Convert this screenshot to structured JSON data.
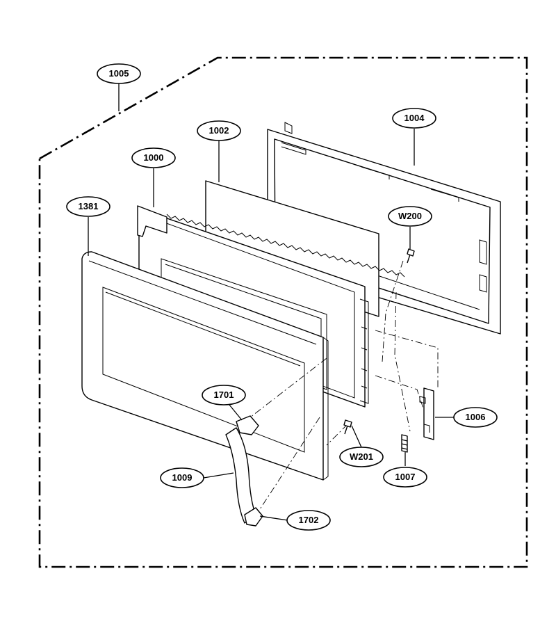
{
  "callouts": {
    "c1005": "1005",
    "c1004": "1004",
    "c1002": "1002",
    "c1000": "1000",
    "c1381": "1381",
    "cW200": "W200",
    "c1701": "1701",
    "c1006": "1006",
    "cW201": "W201",
    "c1009": "1009",
    "c1007": "1007",
    "c1702": "1702"
  }
}
